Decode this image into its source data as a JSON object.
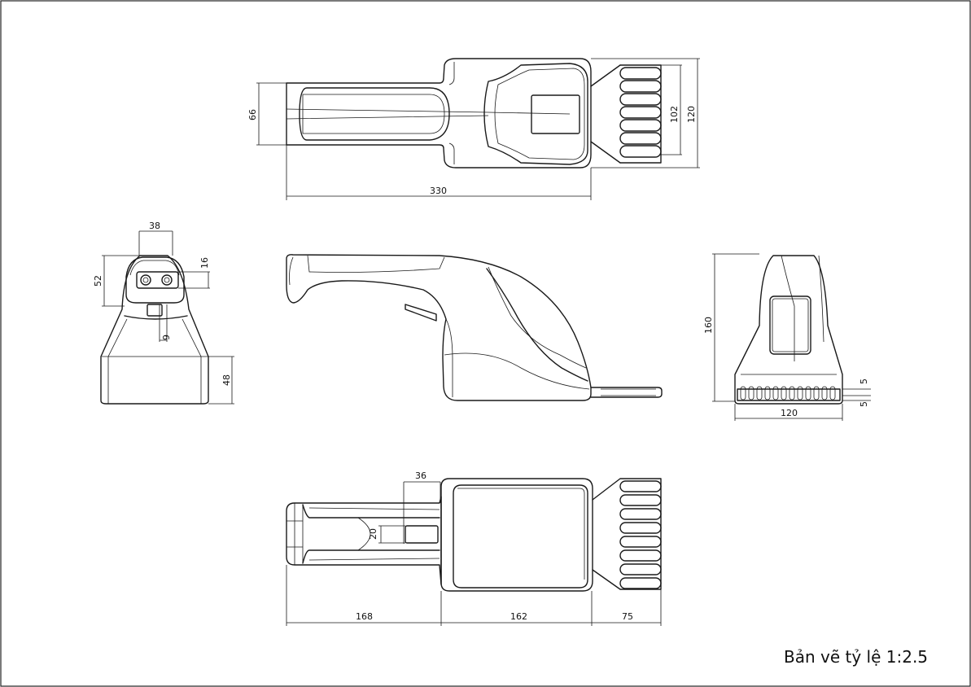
{
  "scale_note": "Bản vẽ tỷ lệ 1:2.5",
  "top_view": {
    "length": "330",
    "width": "66",
    "comb_width": "102",
    "head_width": "120"
  },
  "front_view": {
    "width_top": "38",
    "height_top": "52",
    "jack_height": "16",
    "button_width": "9",
    "base_height": "48"
  },
  "end_view": {
    "height": "160",
    "width": "120",
    "tooth_gap_a": "5",
    "tooth_gap_b": "5"
  },
  "bottom_view": {
    "slot_length": "36",
    "slot_width": "20",
    "handle_length": "168",
    "head_length": "162",
    "comb_length": "75"
  }
}
